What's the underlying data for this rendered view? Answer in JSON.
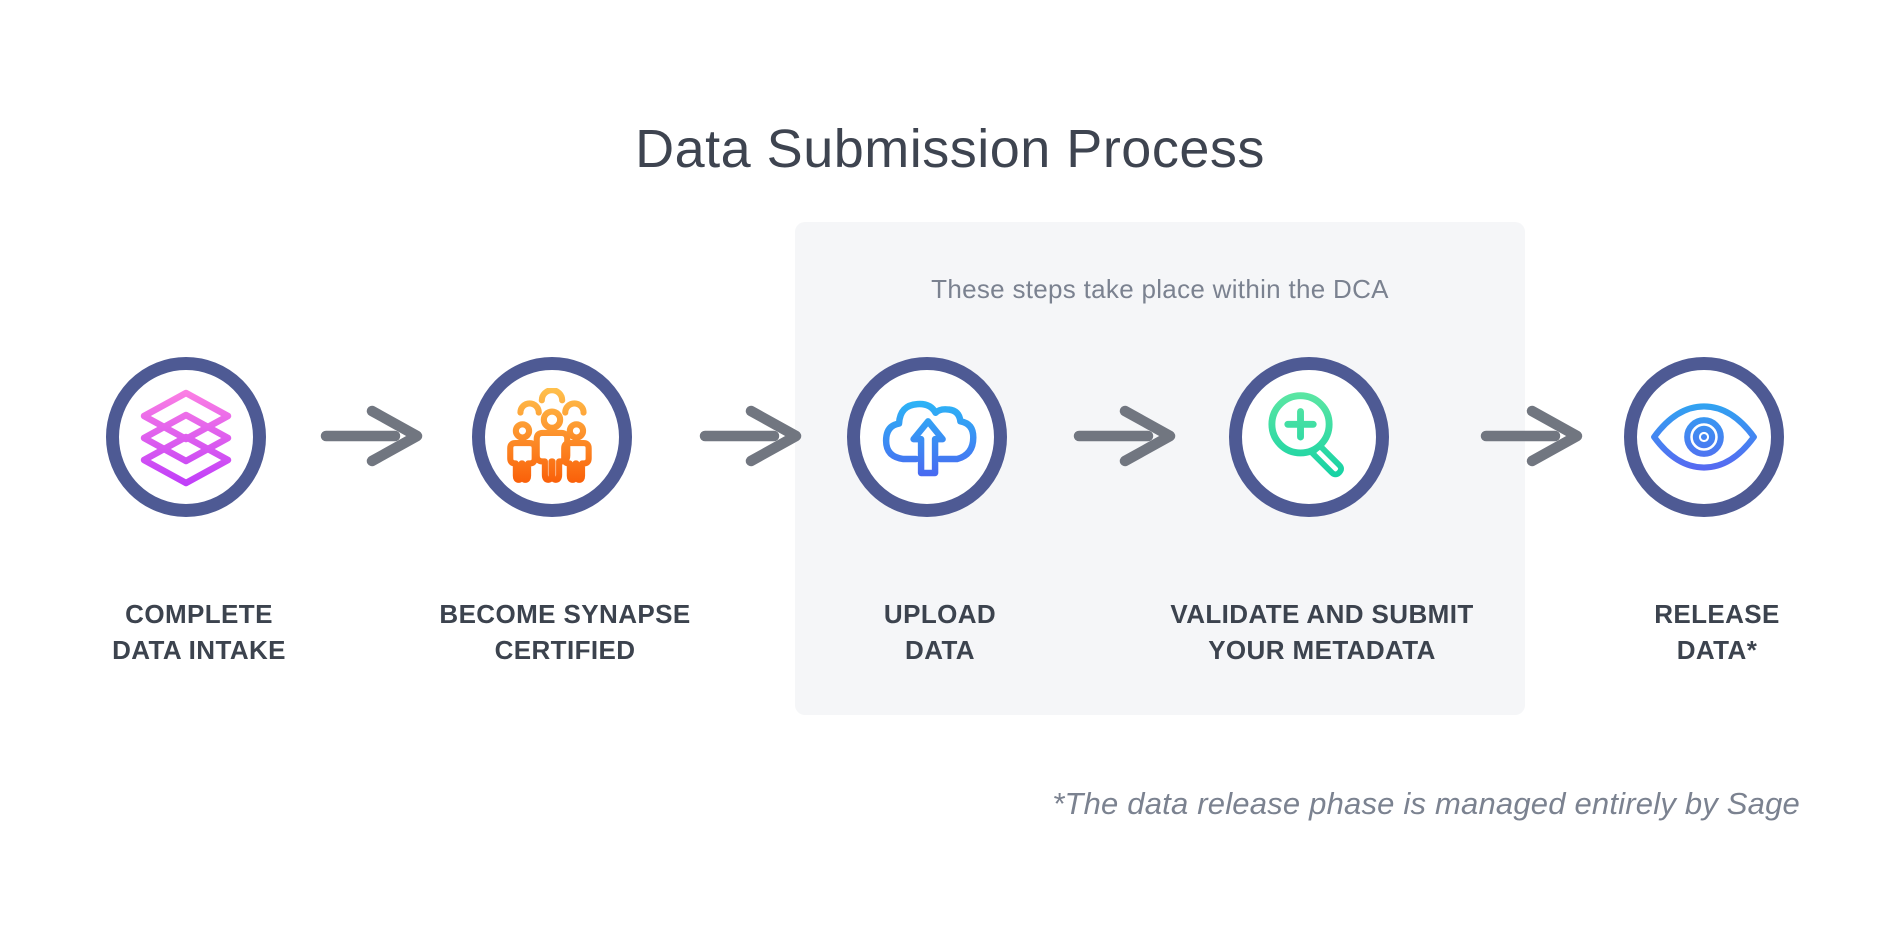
{
  "title": "Data Submission Process",
  "dca_box": {
    "note": "These steps take place within the DCA"
  },
  "steps": [
    {
      "name": "complete-data-intake",
      "icon": "layers-icon",
      "label_lines": [
        "COMPLETE",
        "DATA INTAKE"
      ]
    },
    {
      "name": "become-synapse-certified",
      "icon": "group-icon",
      "label_lines": [
        "BECOME SYNAPSE",
        "CERTIFIED"
      ]
    },
    {
      "name": "upload-data",
      "icon": "cloud-upload-icon",
      "label_lines": [
        "UPLOAD",
        "DATA"
      ]
    },
    {
      "name": "validate-submit-metadata",
      "icon": "search-plus-icon",
      "label_lines": [
        "VALIDATE AND SUBMIT",
        "YOUR METADATA"
      ]
    },
    {
      "name": "release-data",
      "icon": "eye-icon",
      "label_lines": [
        "RELEASE",
        "DATA*"
      ]
    }
  ],
  "footnote": "*The data release phase is managed entirely by Sage",
  "colors": {
    "page_bg": "#FFFFFF",
    "box_bg": "#F5F6F8",
    "circle_ring": "#4E5A94",
    "arrow": "#717680",
    "title_text": "#3E4450",
    "label_text": "#3C434E",
    "note_text": "#7B8290",
    "layers_from": "#FF82E2",
    "layers_to": "#BE3CFA",
    "people_from": "#FFC14D",
    "people_to": "#FA5D07",
    "cloud_from": "#27C2F7",
    "cloud_to": "#4D5EF0",
    "search_from": "#63E8A3",
    "search_to": "#0ACFA4",
    "eye_from": "#2CA9F1",
    "eye_to": "#5B62F1"
  }
}
